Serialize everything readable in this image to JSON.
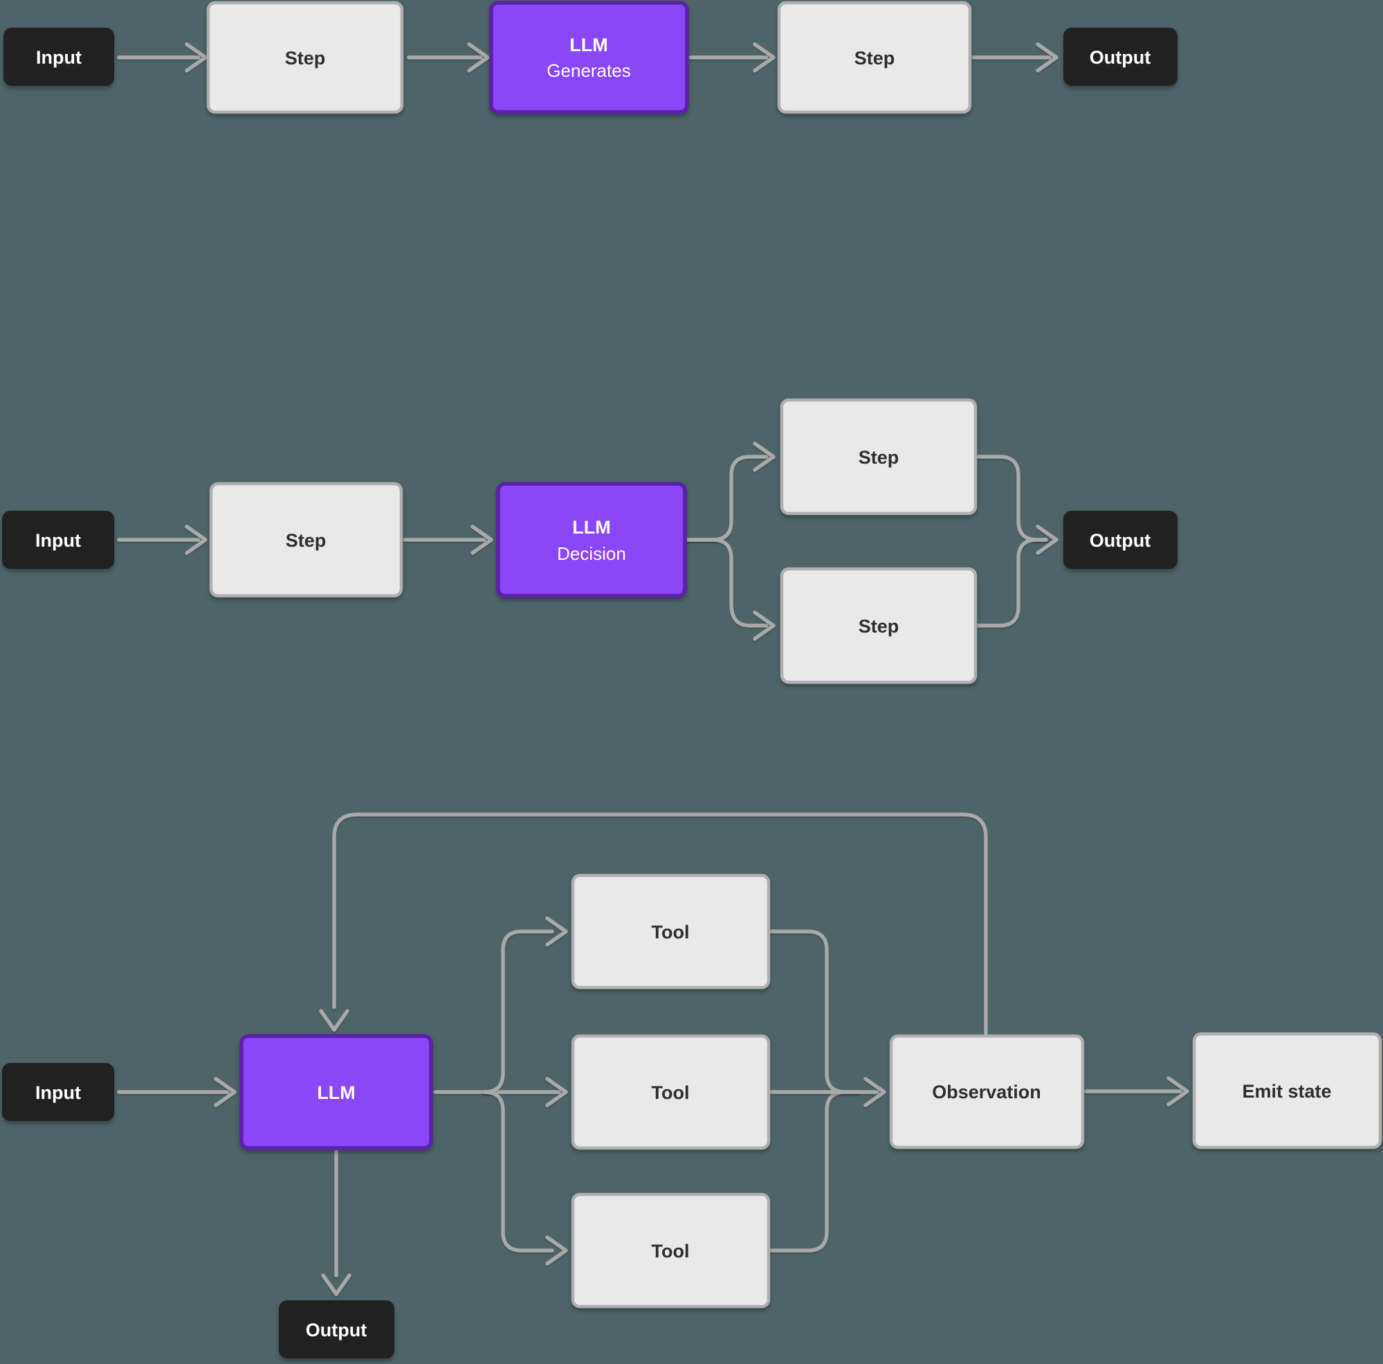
{
  "canvas": {
    "background": "#4E6469"
  },
  "palette": {
    "purple_fill": "#8A46F7",
    "purple_border": "#5B21A8",
    "gray_fill": "#E9E9E9",
    "gray_border": "#AFAFAF",
    "black_fill": "#212121",
    "arrow_gray": "#A9A9A9",
    "label_dark": "#2E2E2E",
    "label_light": "#FFFFFF"
  },
  "diagrams": {
    "chain": {
      "input": "Input",
      "step_1": "Step",
      "llm_line1": "LLM",
      "llm_line2": "Generates",
      "step_2": "Step",
      "output": "Output"
    },
    "router": {
      "input": "Input",
      "step": "Step",
      "llm_line1": "LLM",
      "llm_line2": "Decision",
      "step_top": "Step",
      "step_bottom": "Step",
      "output": "Output"
    },
    "agent": {
      "input": "Input",
      "llm": "LLM",
      "tool_top": "Tool",
      "tool_middle": "Tool",
      "tool_bottom": "Tool",
      "observation": "Observation",
      "emit_state": "Emit state",
      "output": "Output"
    }
  }
}
